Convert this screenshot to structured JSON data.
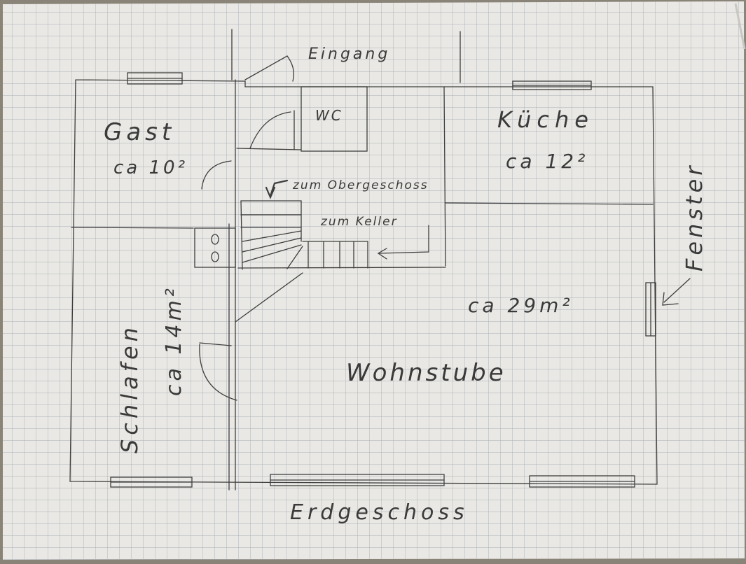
{
  "labels": {
    "entrance": "Eingang",
    "wc": "WC",
    "guest": "Gast",
    "guest_area": "ca 10²",
    "kitchen": "Küche",
    "kitchen_area": "ca 12²",
    "to_upper_floor": "zum Obergeschoss",
    "to_cellar": "zum Keller",
    "window": "Fenster",
    "living_area": "ca 29m²",
    "living_room": "Wohnstube",
    "bedroom": "Schlafen",
    "bedroom_area": "ca 14m²",
    "floor_name": "Erdgeschoss"
  },
  "colors": {
    "paper": "#e9e8e4",
    "grid": "#a9aeb6",
    "ink": "#3a3a3a"
  }
}
